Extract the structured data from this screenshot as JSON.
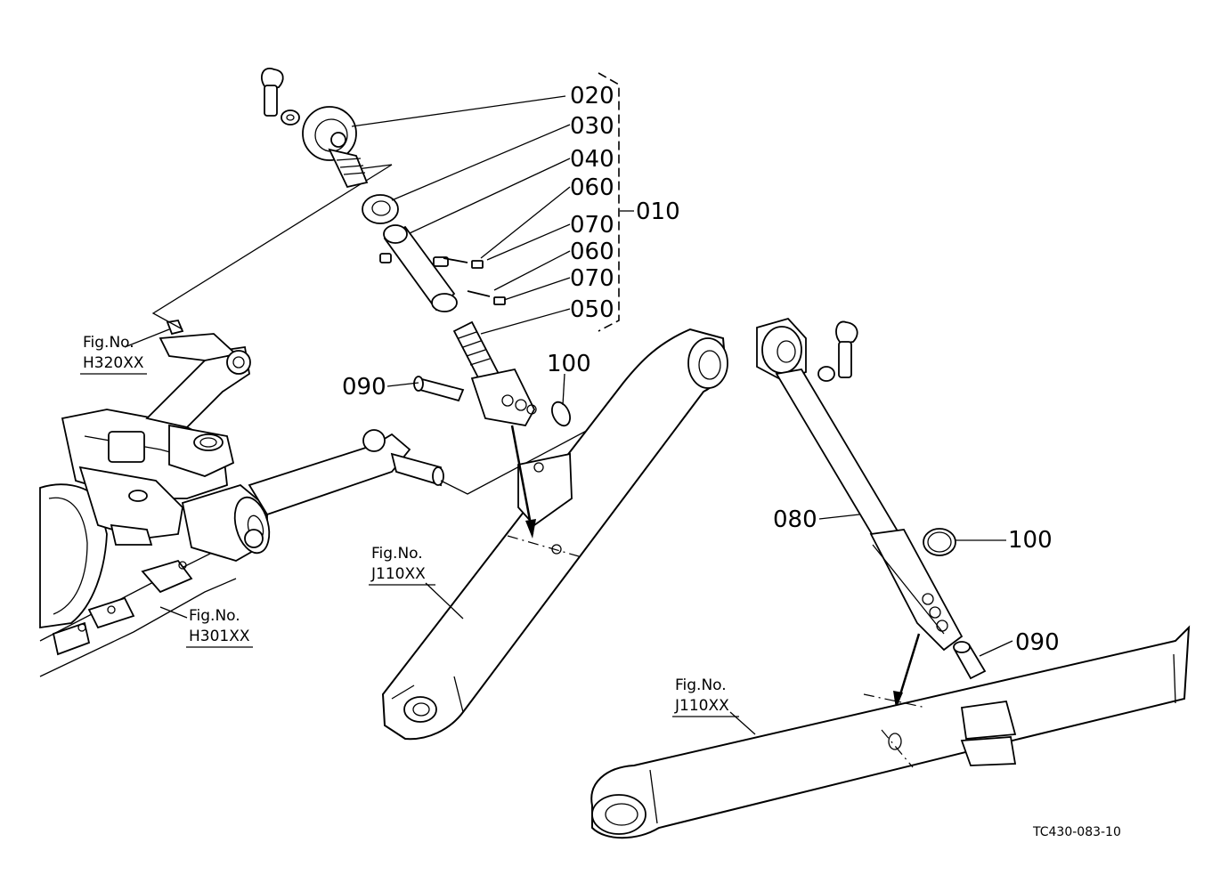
{
  "parts": {
    "p020": "020",
    "p030": "030",
    "p040": "040",
    "p060a": "060",
    "p070a": "070",
    "p060b": "060",
    "p070b": "070",
    "p050": "050",
    "p010": "010",
    "p090a": "090",
    "p100a": "100",
    "p080": "080",
    "p100b": "100",
    "p090b": "090"
  },
  "figrefs": {
    "fig_label": "Fig.No.",
    "h320": "H320XX",
    "h301": "H301XX",
    "j110a": "J110XX",
    "j110b": "J110XX"
  },
  "drawing_code": "TC430-083-10"
}
